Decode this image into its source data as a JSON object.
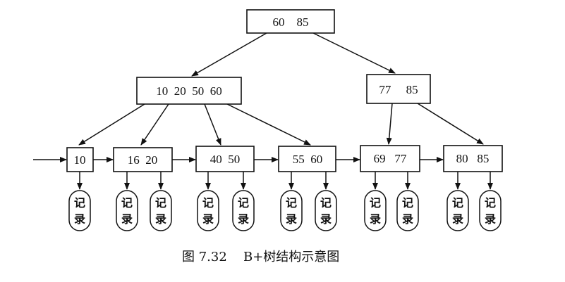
{
  "figure": {
    "caption_number": "图 7.32",
    "caption_title": "B+树结构示意图"
  },
  "tree": {
    "root": {
      "keys": "60    85"
    },
    "level1": [
      {
        "keys": "10  20  50  60"
      },
      {
        "keys": "77     85"
      }
    ],
    "leaves": [
      {
        "keys": "10"
      },
      {
        "keys": "16  20"
      },
      {
        "keys": "40  50"
      },
      {
        "keys": "55  60"
      },
      {
        "keys": "69   77"
      },
      {
        "keys": "80   85"
      }
    ]
  },
  "record": {
    "line1": "记",
    "line2": "录"
  }
}
